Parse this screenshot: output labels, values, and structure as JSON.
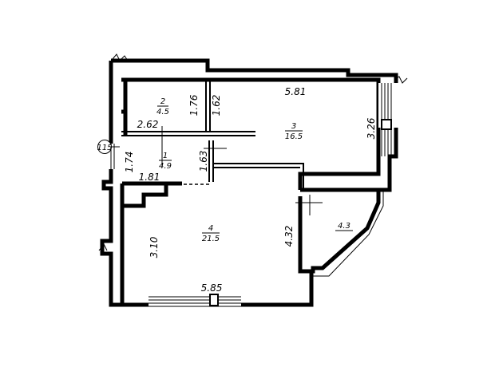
{
  "plan": {
    "apartment_number": "115",
    "rooms": [
      {
        "number": "1",
        "area": "4.9"
      },
      {
        "number": "2",
        "area": "4.5"
      },
      {
        "number": "3",
        "area": "16.5"
      },
      {
        "number": "4",
        "area": "21.5"
      },
      {
        "number": "",
        "area": "4.3"
      }
    ],
    "dimensions": {
      "room3_width": "5.81",
      "room3_height": "3.26",
      "room2_height_a": "1.76",
      "room2_height_b": "1.62",
      "hall_width": "2.62",
      "hall_height": "1.63",
      "entry_height": "1.74",
      "corridor_width": "1.81",
      "room4_width": "5.85",
      "room4_height_left": "3.10",
      "room4_height_right": "4.32"
    }
  }
}
